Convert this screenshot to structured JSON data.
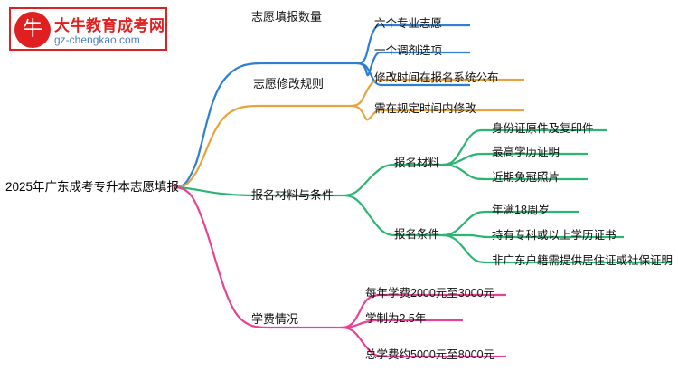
{
  "logo": {
    "mark": "牛",
    "title": "大牛教育成考网",
    "subtitle": "gz-chengkao.com"
  },
  "mindmap": {
    "root": "2025年广东成考专升本志愿填报",
    "branches": [
      {
        "label": "志愿填报数量",
        "color": "#2f7fd0",
        "children": [
          {
            "label": "六个专业志愿"
          },
          {
            "label": "一个调剂选项"
          }
        ]
      },
      {
        "label": "志愿修改规则",
        "color": "#e8a33d",
        "children": [
          {
            "label": "修改时间在报名系统公布"
          },
          {
            "label": "需在规定时间内修改"
          }
        ]
      },
      {
        "label": "报名材料与条件",
        "color": "#2bb673",
        "children": [
          {
            "label": "报名材料",
            "children": [
              {
                "label": "身份证原件及复印件"
              },
              {
                "label": "最高学历证明"
              },
              {
                "label": "近期免冠照片"
              }
            ]
          },
          {
            "label": "报名条件",
            "children": [
              {
                "label": "年满18周岁"
              },
              {
                "label": "持有专科或以上学历证书"
              },
              {
                "label": "非广东户籍需提供居住证或社保证明"
              }
            ]
          }
        ]
      },
      {
        "label": "学费情况",
        "color": "#e84393",
        "children": [
          {
            "label": "每年学费2000元至3000元"
          },
          {
            "label": "学制为2.5年"
          },
          {
            "label": "总学费约5000元至8000元"
          }
        ]
      }
    ]
  }
}
